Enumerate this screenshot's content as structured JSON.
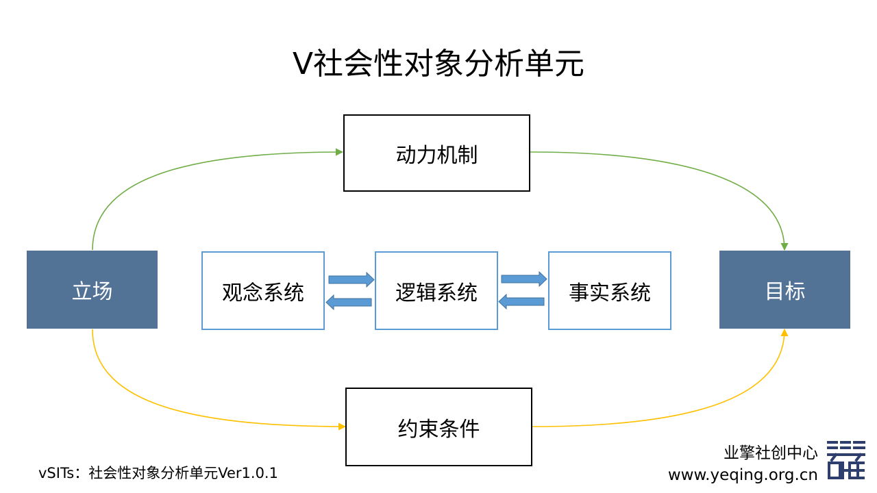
{
  "title": "V社会性对象分析单元",
  "nodes": {
    "top": "动力机制",
    "left": "立场",
    "right": "目标",
    "bottom": "约束条件",
    "mid_left": "观念系统",
    "mid_center": "逻辑系统",
    "mid_right": "事实系统"
  },
  "footer": {
    "version": "vSITs：社会性对象分析单元Ver1.0.1",
    "org": "业擎社创中心",
    "url": "www.yeqing.org.cn"
  },
  "colors": {
    "filled_box": "#527296",
    "blue_border": "#5b9bd5",
    "green_edge": "#70ad47",
    "yellow_edge": "#ffc000",
    "block_arrow": "#5b9bd5",
    "logo": "#2e3f6e"
  }
}
